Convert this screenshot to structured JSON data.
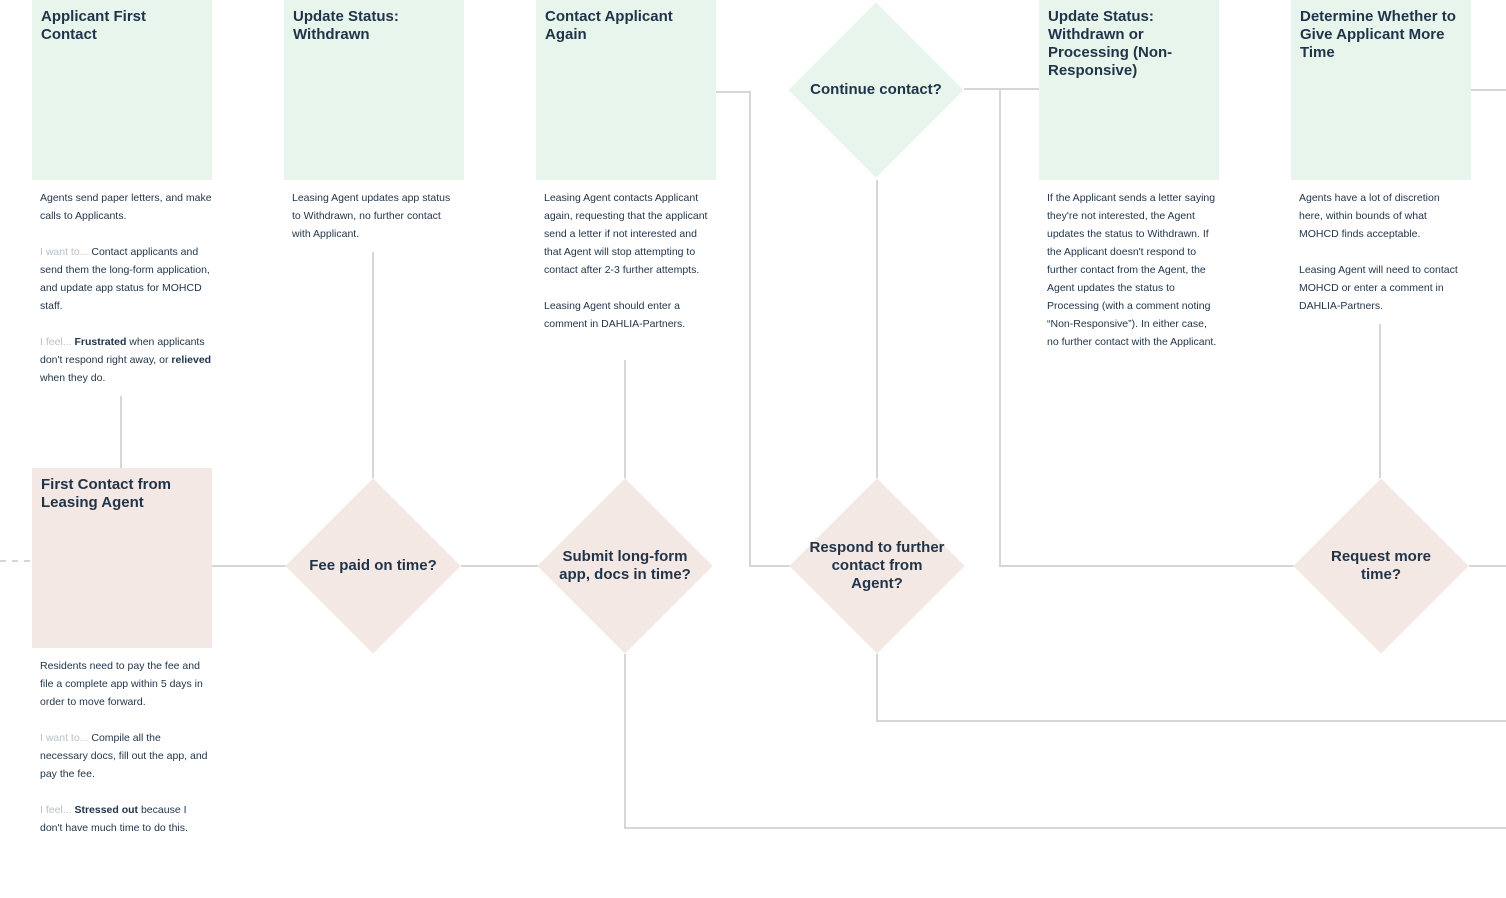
{
  "colors": {
    "green_box": "#e8f5ec",
    "pink_box": "#f4e8e4",
    "text": "#1f3349",
    "muted": "#b8c0c8",
    "connector": "#d6d6d6"
  },
  "nodes": {
    "applicant_first_contact": {
      "title": "Applicant First Contact",
      "desc1": "Agents send paper letters, and make calls to Applicants.",
      "want_prefix": "I want to...",
      "want_text": "Contact applicants and send them the long-form application, and update app status for MOHCD staff.",
      "feel_prefix": "I feel...",
      "feel_bold1": "Frustrated",
      "feel_mid": "when applicants don't respond right away, or",
      "feel_bold2": "relieved",
      "feel_end": "when they do."
    },
    "update_withdrawn": {
      "title": "Update Status: Withdrawn",
      "desc": "Leasing Agent updates app status to Withdrawn, no further contact with Applicant."
    },
    "contact_again": {
      "title": "Contact Applicant Again",
      "desc1": "Leasing Agent contacts Applicant again, requesting that the applicant send a letter if not interested and that Agent will stop attempting to contact after 2-3 further attempts.",
      "desc2": "Leasing Agent should enter a comment in DAHLIA-Partners."
    },
    "continue_contact": {
      "label": "Continue contact?"
    },
    "update_withdrawn_processing": {
      "title": "Update Status: Withdrawn or Processing (Non-Responsive)",
      "desc": "If the Applicant sends a letter saying they're not interested, the Agent updates the status to Withdrawn. If the Applicant doesn't respond to further contact from the Agent, the Agent updates the status to Processing (with a comment noting “Non-Responsive”). In either case, no further contact with the Applicant."
    },
    "determine_more_time": {
      "title": "Determine Whether to Give Applicant More Time",
      "desc1": "Agents have a lot of discretion here, within bounds of what MOHCD finds acceptable.",
      "desc2": "Leasing Agent will need to contact MOHCD or enter a comment in DAHLIA-Partners."
    },
    "first_contact_leasing": {
      "title": "First Contact from Leasing Agent",
      "desc1": "Residents need to pay the  fee and file a complete app within 5 days in order to move forward.",
      "want_prefix": "I want to...",
      "want_text": "Compile all the necessary docs, fill out the app, and pay the fee.",
      "feel_prefix": "I feel...",
      "feel_bold": "Stressed out",
      "feel_end": "because I don't have much time to do this."
    },
    "fee_paid": {
      "label": "Fee paid on time?"
    },
    "submit_longform": {
      "label": "Submit long-form app, docs in time?"
    },
    "respond_further": {
      "label": "Respond to further contact from Agent?"
    },
    "request_more_time": {
      "label": "Request more time?"
    }
  }
}
